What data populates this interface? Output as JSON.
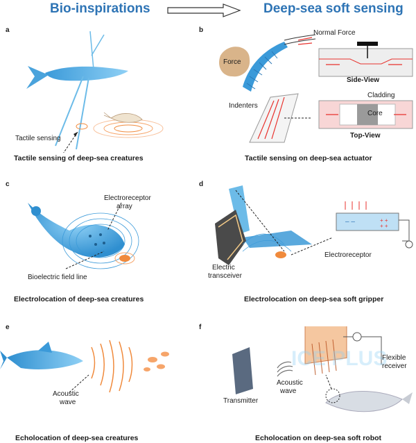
{
  "header": {
    "left_title": "Bio-inspirations",
    "right_title": "Deep-sea soft sensing"
  },
  "panels": {
    "a": {
      "letter": "a",
      "caption": "Tactile sensing of deep-sea creatures",
      "label_tactile": "Tactile sensing"
    },
    "b": {
      "letter": "b",
      "caption": "Tactile sensing on deep-sea actuator",
      "label_force": "Force",
      "label_indenters": "Indenters",
      "label_normal_force": "Normal Force",
      "label_side_view": "Side-View",
      "label_cladding": "Cladding",
      "label_core": "Core",
      "label_top_view": "Top-View"
    },
    "c": {
      "letter": "c",
      "caption": "Electrolocation of deep-sea creatures",
      "label_electroreceptor_1": "Electroreceptor",
      "label_electroreceptor_2": "array",
      "label_field_line": "Bioelectric field line"
    },
    "d": {
      "letter": "d",
      "caption": "Electrolocation on deep-sea soft gripper",
      "label_electric_1": "Electric",
      "label_electric_2": "transceiver",
      "label_electroreceptor": "Electroreceptor"
    },
    "e": {
      "letter": "e",
      "caption": "Echolocation of deep-sea creatures",
      "label_acoustic_1": "Acoustic",
      "label_acoustic_2": "wave"
    },
    "f": {
      "letter": "f",
      "caption": "Echolocation on deep-sea soft robot",
      "label_transmitter": "Transmitter",
      "label_acoustic_1": "Acoustic",
      "label_acoustic_2": "wave",
      "label_flexible_1": "Flexible",
      "label_flexible_2": "receiver",
      "watermark_1": "ICE PLUS"
    }
  },
  "colors": {
    "title_blue": "#2e74b5",
    "arrow_red": "#e8322d",
    "creature_blue": "#3b9ad9",
    "orange": "#f08a3c"
  }
}
